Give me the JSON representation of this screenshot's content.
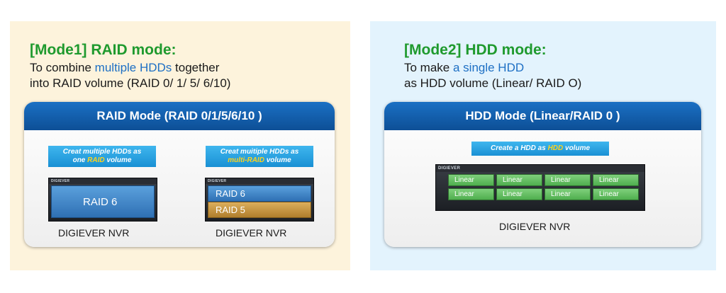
{
  "mode1": {
    "title": "[Mode1] RAID mode:",
    "desc_line1_pre": "To combine ",
    "desc_line1_hl": "multiple HDDs",
    "desc_line1_post": " together",
    "desc_line2": "into RAID volume (RAID 0/ 1/ 5/ 6/10)",
    "card_title": "RAID Mode (RAID 0/1/5/6/10 )",
    "left_callout_line1": "Creat multiple HDDs as",
    "left_callout_line2_pre": "one ",
    "left_callout_line2_hl": "RAID",
    "left_callout_line2_post": " volume",
    "left_volume": "RAID 6",
    "right_callout_line1": "Creat muitiple HDDs as",
    "right_callout_line2_hl": "multi-RAID",
    "right_callout_line2_post": " volume",
    "right_volume_1": "RAID 6",
    "right_volume_2": "RAID 5",
    "brand": "DIGIEVER",
    "left_device_label": "DIGIEVER NVR",
    "right_device_label": "DIGIEVER NVR"
  },
  "mode2": {
    "title": "[Mode2] HDD mode:",
    "desc_line1_pre": "To make ",
    "desc_line1_hl": "a single HDD",
    "desc_line2": "as HDD volume (Linear/ RAID O)",
    "card_title": "HDD Mode (Linear/RAID 0 )",
    "callout_pre": "Create a HDD as ",
    "callout_hl": "HDD",
    "callout_post": " volume",
    "brand": "DIGIEVER",
    "drives": [
      "Linear",
      "Linear",
      "Linear",
      "Linear",
      "Linear",
      "Linear",
      "Linear",
      "Linear"
    ],
    "device_label": "DIGIEVER NVR"
  },
  "colors": {
    "mode_title": "#1f9a2e",
    "highlight": "#1d6fc4",
    "card_header": "#0d4f96",
    "callout": "#1990d4",
    "callout_highlight": "#ffd21a",
    "raid6_volume": "#3f86c8",
    "raid5_volume": "#c4913a",
    "linear_drive": "#5cb85a"
  }
}
